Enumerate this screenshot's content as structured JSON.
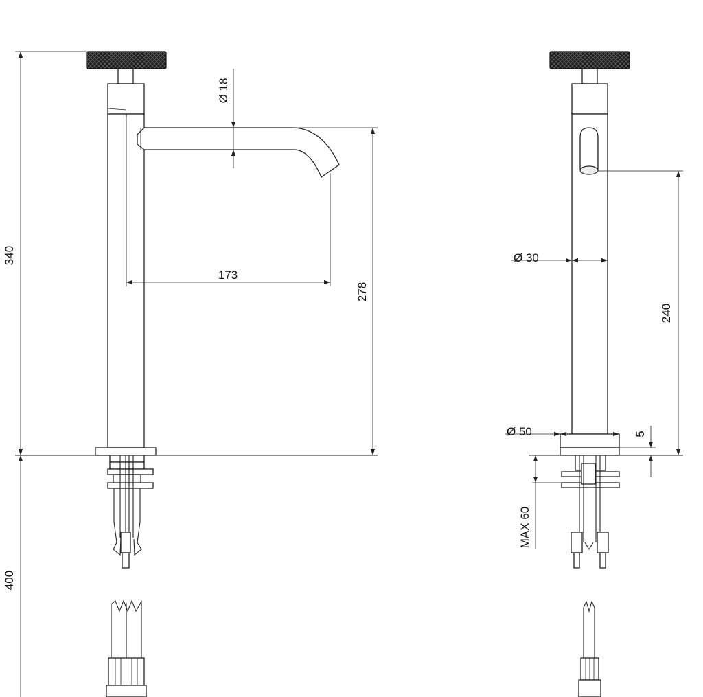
{
  "dimensions": {
    "front": {
      "total_height": "340",
      "under_counter": "400",
      "spout_diameter": "Ø 18",
      "spout_reach": "173",
      "outlet_height": "278"
    },
    "side": {
      "body_diameter": "Ø 30",
      "base_diameter": "Ø 50",
      "outlet_height": "240",
      "base_thickness": "5",
      "max_counter": "MAX 60"
    }
  },
  "colors": {
    "line": "#222222",
    "handle": "#1b1b1b",
    "background": "#ffffff"
  }
}
